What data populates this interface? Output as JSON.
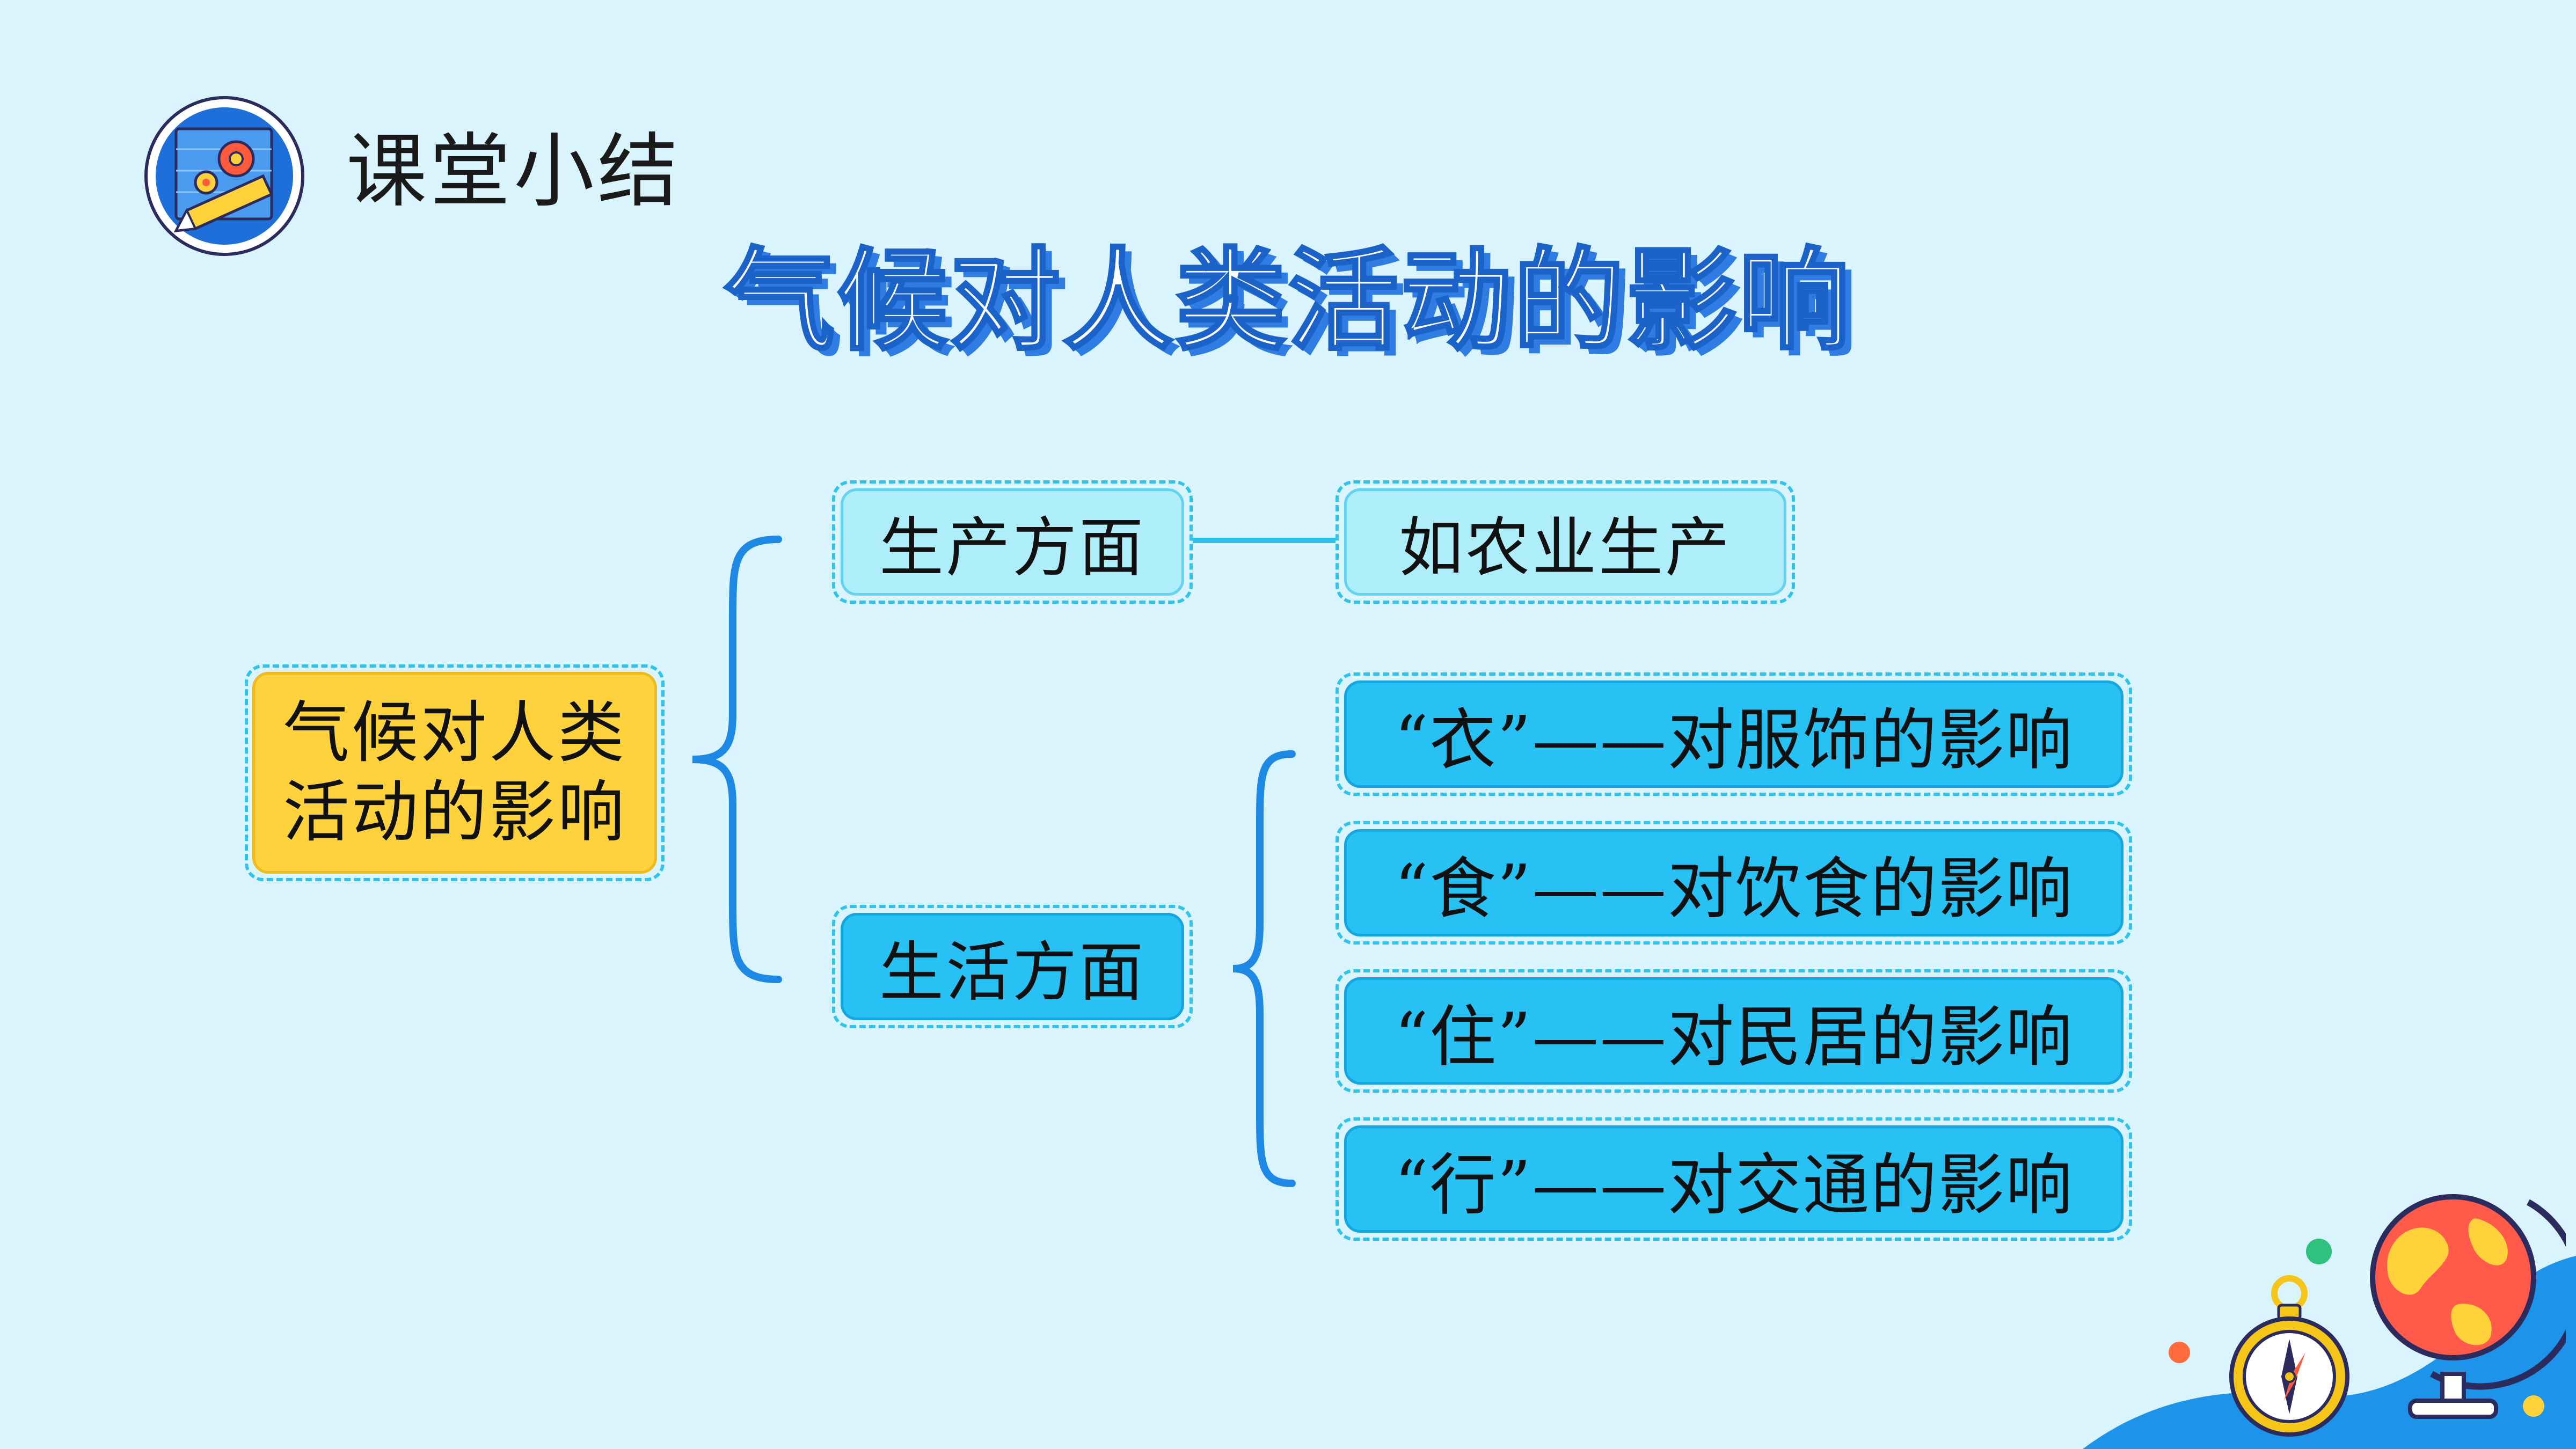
{
  "header": {
    "section_title": "课堂小结",
    "main_title": "气候对人类活动的影响"
  },
  "mindmap": {
    "root": {
      "line1": "气候对人类",
      "line2": "活动的影响"
    },
    "production": {
      "label": "生产方面",
      "example": "如农业生产"
    },
    "life": {
      "label": "生活方面",
      "items": [
        "“衣”——对服饰的影响",
        "“食”——对饮食的影响",
        "“住”——对民居的影响",
        "“行”——对交通的影响"
      ]
    }
  },
  "colors": {
    "background": "#d9f4fd",
    "accent_blue": "#27c2f3",
    "light_blue": "#aeeefb",
    "root_yellow": "#fdd23c",
    "brace_blue": "#1e88e5",
    "title_blue": "#1b63c8"
  },
  "icons": [
    "blueprint-gear-pencil-icon",
    "globe-icon",
    "compass-icon"
  ]
}
